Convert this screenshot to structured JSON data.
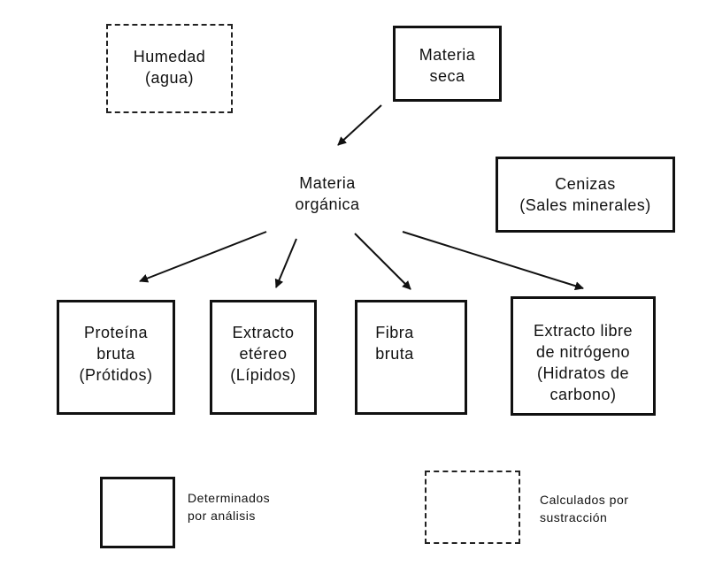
{
  "nodes": {
    "humedad": "Humedad\n(agua)",
    "materia_seca": "Materia\nseca",
    "materia_organica": "Materia\norgánica",
    "cenizas": "Cenizas\n(Sales minerales)",
    "proteina": "Proteína\nbruta\n(Prótidos)",
    "extracto_etereo": "Extracto\netéreo\n(Lípidos)",
    "fibra": "Fibra\nbruta",
    "eln": "Extracto libre\nde nitrógeno\n(Hidratos de\ncarbono)"
  },
  "legend": {
    "solid_label": "Determinados\npor análisis",
    "dashed_label": "Calculados por\nsustracción"
  }
}
